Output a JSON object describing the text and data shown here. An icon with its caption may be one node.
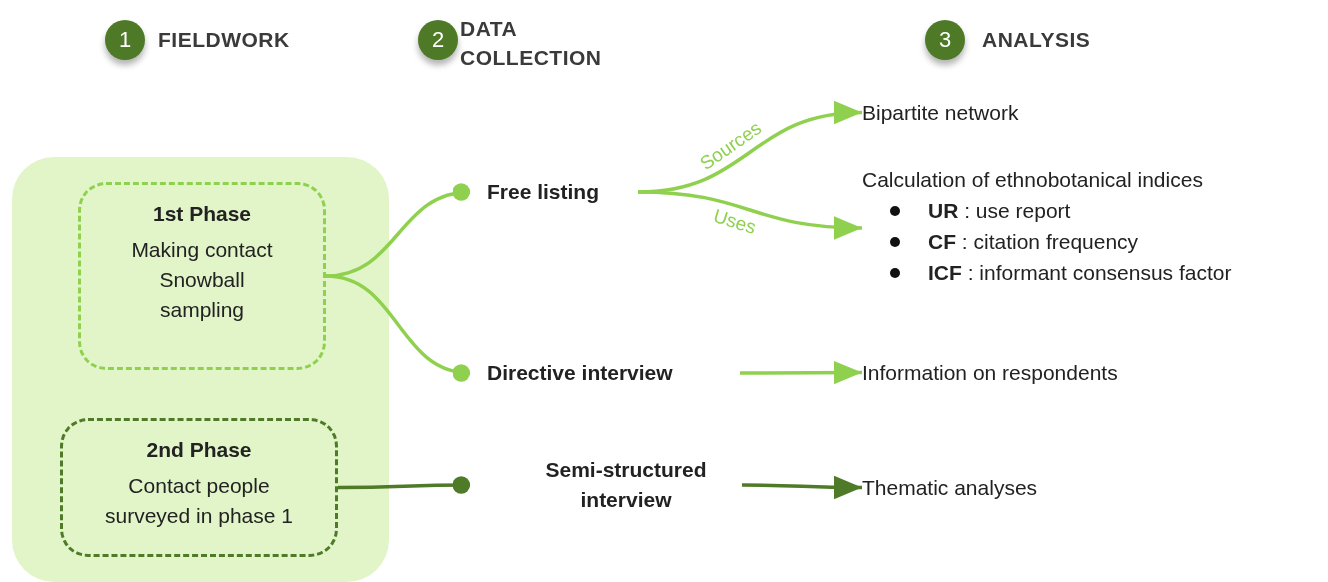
{
  "diagram": {
    "nodes": [
      {
        "text": [
          "1"
        ],
        "beside": [
          "FIELDWORK"
        ]
      },
      {
        "text": [
          "2"
        ],
        "beside": [
          "DATA COLLECTION"
        ]
      },
      {
        "text": [
          "3"
        ],
        "beside": [
          "ANALYSIS"
        ]
      },
      {
        "text": [],
        "shape": "box"
      },
      {
        "text": [
          "1st Phase",
          "Making contact",
          "Snowball sampling"
        ],
        "in": 3
      },
      {
        "text": [
          "2nd Phase",
          "Contact people surveyed in phase 1"
        ],
        "in": 3
      },
      {
        "text": [
          "Free listing"
        ]
      },
      {
        "text": [
          "Directive interview"
        ]
      },
      {
        "text": [
          "Semi-structured interview"
        ]
      },
      {
        "text": [
          "Bipartite network"
        ]
      },
      {
        "text": [
          "Calculation of ethnobotanical indices",
          "**UR** : use report",
          "**CF** : citation frequency",
          "**ICF** : informant consensus factor"
        ]
      },
      {
        "text": [
          "Information on respondents"
        ]
      },
      {
        "text": [
          "Thematic analyses"
        ]
      }
    ],
    "edges": [
      {
        "from": 4,
        "to": 6,
        "arrow": "other"
      },
      {
        "from": 4,
        "to": 7,
        "arrow": "other"
      },
      {
        "from": 5,
        "to": 8,
        "arrow": "other",
        "color": "#4f7a28"
      },
      {
        "from": 6,
        "to": 9,
        "arrow": "to",
        "label": "Sources"
      },
      {
        "from": 6,
        "to": 10,
        "arrow": "to",
        "label": "Uses"
      },
      {
        "from": 7,
        "to": 11,
        "arrow": "to"
      },
      {
        "from": 8,
        "to": 12,
        "arrow": "to",
        "color": "#4f7a28"
      }
    ]
  }
}
